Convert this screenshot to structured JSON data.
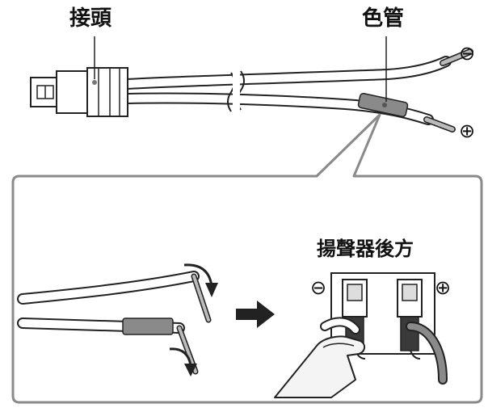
{
  "labels": {
    "connector": "接頭",
    "color_tube": "色管",
    "speaker_rear": "揚聲器後方"
  },
  "symbols": {
    "minus": "⊖",
    "plus": "⊕"
  },
  "colors": {
    "line": "#222222",
    "cable_gray": "#8a8a8a",
    "cable_light": "#ffffff",
    "terminal_dark": "#3a3a3a",
    "hand_fill": "#f4f4f4"
  }
}
